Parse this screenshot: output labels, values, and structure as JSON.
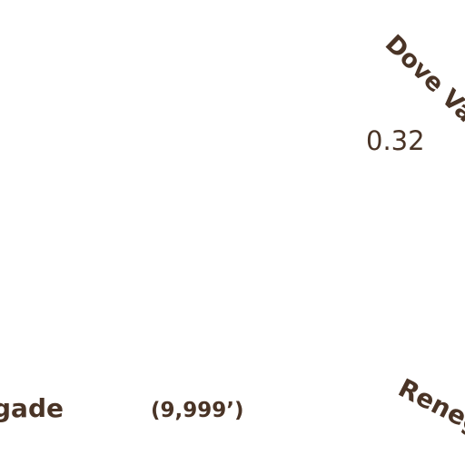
{
  "map": {
    "labels": {
      "dove_valley": "Dove Va",
      "value": "0.32",
      "renegade_left": "gade",
      "elevation": "(9,999’)",
      "renegade_right": "Reneg"
    },
    "colors": {
      "background": "#ffffff",
      "label_text": "#4a3426"
    }
  }
}
